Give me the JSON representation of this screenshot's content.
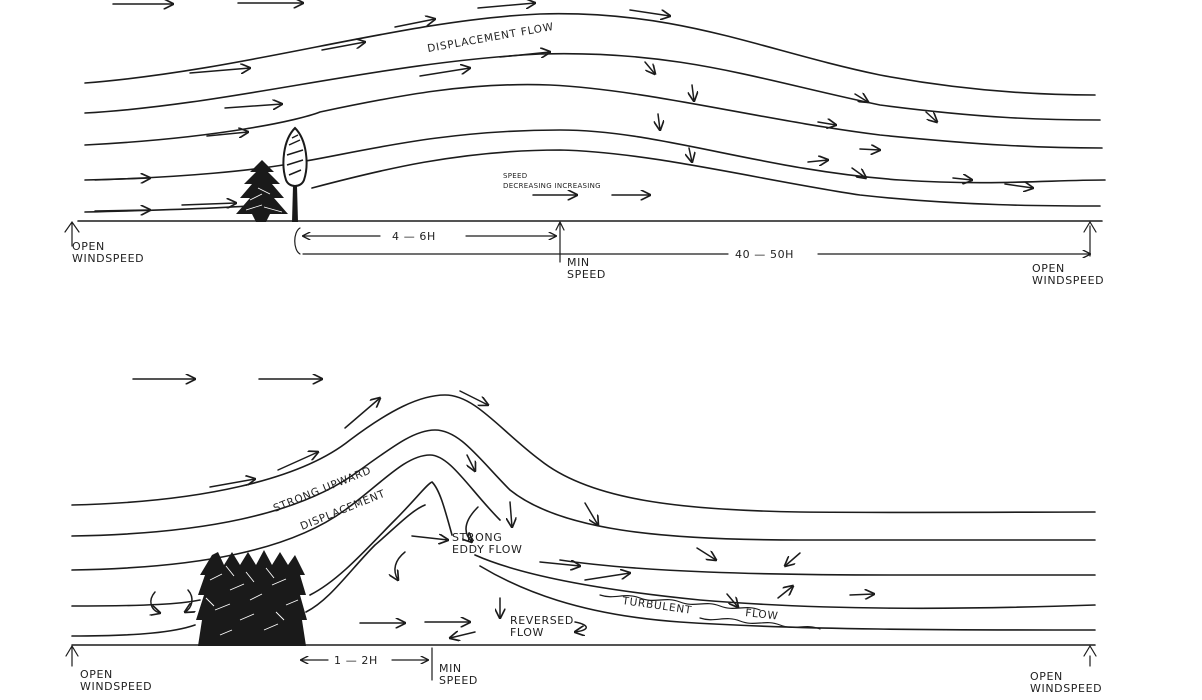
{
  "top_panel": {
    "displacement_flow": "DISPLACEMENT FLOW",
    "speed": "SPEED",
    "decreasing_increasing": "DECREASING INCREASING",
    "distance_near": "4 — 6H",
    "distance_far": "40 — 50H",
    "open_left_1": "OPEN",
    "open_left_2": "WINDSPEED",
    "min_1": "MIN",
    "min_2": "SPEED",
    "open_right_1": "OPEN",
    "open_right_2": "WINDSPEED"
  },
  "bottom_panel": {
    "strong_upward": "STRONG UPWARD",
    "displacement": "DISPLACEMENT",
    "strong": "STRONG",
    "eddy_flow": "EDDY FLOW",
    "reversed": "REVERSED",
    "flow": "FLOW",
    "turbulent": "TURBULENT",
    "turbulent_flow": "FLOW",
    "distance": "1 — 2H",
    "open_left_1": "OPEN",
    "open_left_2": "WINDSPEED",
    "min_1": "MIN",
    "min_2": "SPEED",
    "open_right_1": "OPEN",
    "open_right_2": "WINDSPEED"
  }
}
